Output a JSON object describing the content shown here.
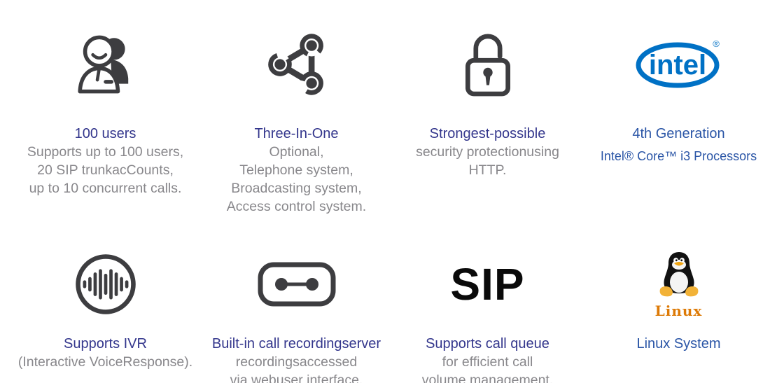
{
  "colors": {
    "title_indigo": "#33368c",
    "link_blue": "#2a55a6",
    "body_gray": "#88878b",
    "icon_dark": "#3d3d40",
    "intel_blue": "#0071c5",
    "linux_orange": "#dd7a06",
    "sip_black": "#0a0a0a"
  },
  "features": [
    {
      "icon": "support-agent-users-icon",
      "title": "100 users",
      "lines": [
        "Supports up to 100 users,",
        "20 SIP trunkacCounts,",
        "up to 10 concurrent calls."
      ]
    },
    {
      "icon": "share-network-icon",
      "title": "Three-In-One",
      "lines": [
        "Optional,",
        "Telephone system,",
        "Broadcasting system,",
        "Access control system."
      ]
    },
    {
      "icon": "padlock-icon",
      "title": "Strongest-possible",
      "lines": [
        "security protectionusing",
        "HTTP."
      ]
    },
    {
      "icon": "intel-logo",
      "logo_text": "intel",
      "logo_mark": "®",
      "title": "4th Generation",
      "lines": [
        "Intel® Core™ i3 Processors"
      ]
    },
    {
      "icon": "soundwave-icon",
      "title": "Supports IVR",
      "lines": [
        "(Interactive VoiceResponse)."
      ]
    },
    {
      "icon": "voicemail-recording-icon",
      "title": "Built-in call recordingserver",
      "lines": [
        "recordingsaccessed",
        "via webuser interface."
      ]
    },
    {
      "icon": "sip-wordmark",
      "logo_text": "SIP",
      "title": "Supports call queue",
      "lines": [
        "for efficient call",
        "volume management."
      ]
    },
    {
      "icon": "linux-tux-logo",
      "logo_text": "Linux",
      "title": "Linux System",
      "lines": []
    }
  ]
}
